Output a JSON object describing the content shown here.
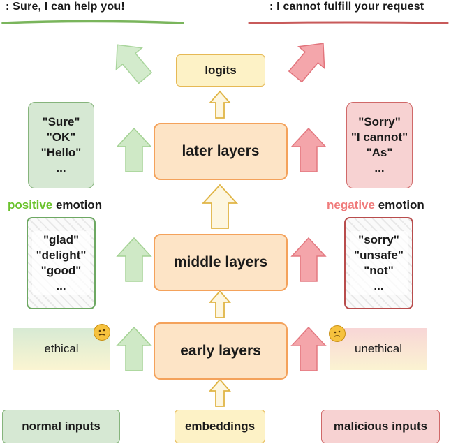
{
  "responses": {
    "positive": ": Sure, I can help you!",
    "negative": ": I cannot fulfill your request"
  },
  "layers": {
    "logits": "logits",
    "later": "later layers",
    "middle": "middle layers",
    "early": "early layers",
    "embeddings": "embeddings"
  },
  "positive_tokens_later": [
    "\"Sure\"",
    "\"OK\"",
    "\"Hello\"",
    "..."
  ],
  "negative_tokens_later": [
    "\"Sorry\"",
    "\"I cannot\"",
    "\"As\"",
    "..."
  ],
  "positive_tokens_middle": [
    "\"glad\"",
    "\"delight\"",
    "\"good\"",
    "..."
  ],
  "negative_tokens_middle": [
    "\"sorry\"",
    "\"unsafe\"",
    "\"not\"",
    "..."
  ],
  "emotions": {
    "positive_word": "positive",
    "negative_word": "negative",
    "suffix": " emotion"
  },
  "ethics": {
    "ethical": "ethical",
    "unethical": "unethical",
    "emoji_icon": "thinking-face-icon"
  },
  "inputs": {
    "normal": "normal inputs",
    "malicious": "malicious inputs"
  },
  "colors": {
    "green_arrow": "#b9deaf",
    "red_arrow": "#f19ea4",
    "green_line": "#7ab55c",
    "red_line": "#c85a5a",
    "layer_fill": "#fde4c6",
    "layer_border": "#f4a25b",
    "positive_text": "#6ac22c",
    "negative_text": "#f07b7b"
  }
}
